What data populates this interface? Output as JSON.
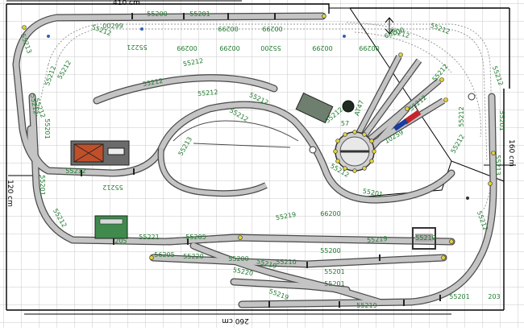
{
  "dimensions": {
    "top": "410 cm",
    "bottom": "260 cm",
    "left": "120 cm",
    "right": "160 cm"
  },
  "track_labels": {
    "t1": "55200",
    "t2": "55201",
    "t3": "00299",
    "t4": "55212",
    "t5": "00299",
    "t6": "00299",
    "t7": "55212",
    "t8": "55221",
    "t9": "00299",
    "t10": "00299",
    "t11": "55200",
    "t12": "00299",
    "t13": "00299",
    "t14": "00299",
    "t15": "55213",
    "t16": "55212",
    "t17": "55201",
    "t18": "55212",
    "t19": "55212",
    "t20": "55212",
    "t21": "55212",
    "t22": "55212",
    "t23": "55201",
    "t24": "55212",
    "t25": "55212",
    "t26": "55201",
    "t27": "55212",
    "t28": "55213",
    "t29": "55213",
    "t30": "55212",
    "t31": "55212",
    "t32": "55219",
    "t33": "66200",
    "t34": "205",
    "t35": "55221",
    "t36": "55205",
    "t37": "55220",
    "t38": "55200",
    "t39": "55219",
    "t40": "55210",
    "t41": "55200",
    "t42": "55201",
    "t43": "55201",
    "t44": "55201",
    "t45": "203",
    "t46": "55219",
    "t47": "55219",
    "t48": "55219",
    "t49": "55210",
    "t50": "56205",
    "t51": "55220",
    "t52": "AT47",
    "t53": "57",
    "t54": "10259",
    "t55": "55212",
    "t56": "55212",
    "t57": "55212",
    "t58": "55201",
    "t59": "55212",
    "t60": "55212",
    "t61": "55212",
    "t62": "55212",
    "t63": "55212",
    "t64": "55212",
    "t65": "55212"
  },
  "colors": {
    "grid": "#c8c8c8",
    "track_fill": "#c4c4c4",
    "track_edge": "#4a4a4a",
    "label": "#1f7a2e",
    "frame": "#000000",
    "building_red": "#c0502a",
    "building_green": "#3f8a4c"
  }
}
